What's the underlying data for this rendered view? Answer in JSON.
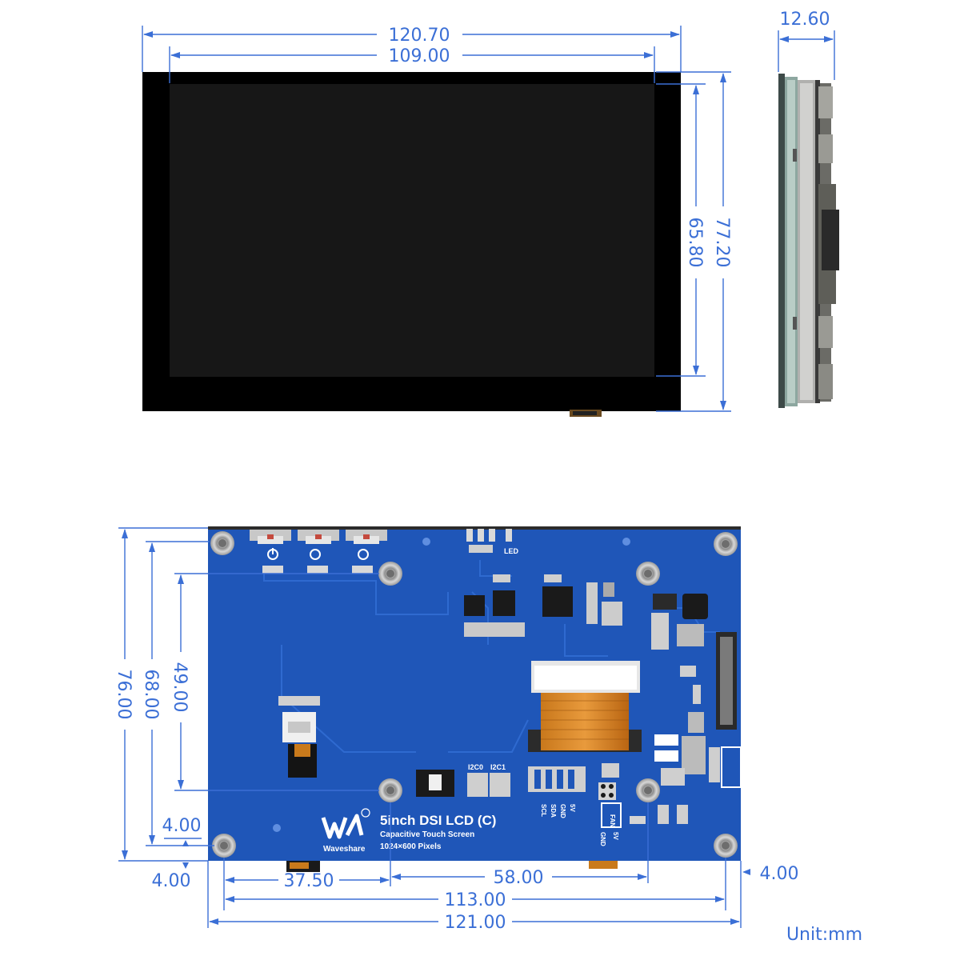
{
  "colors": {
    "dimension": "#3b6fd6",
    "pcb": "#1f56b8",
    "screen_bezel": "#000000",
    "screen_active": "#161616"
  },
  "front_view": {
    "width_total": "120.70",
    "width_active": "109.00",
    "height_total": "77.20",
    "height_active": "65.80"
  },
  "side_view": {
    "thickness": "12.60"
  },
  "back_view": {
    "height_total": "76.00",
    "height_holes_outer": "68.00",
    "height_holes_inner": "49.00",
    "offset_left": "4.00",
    "offset_bottom_left": "4.00",
    "offset_right": "4.00",
    "dist_a": "37.50",
    "dist_b": "58.00",
    "holes_span": "113.00",
    "width_total": "121.00",
    "silkscreen": {
      "product_name": "5inch DSI LCD (C)",
      "subtitle": "Capacitive Touch Screen",
      "resolution": "1024×600 Pixels",
      "brand": "Waveshare",
      "led_label": "LED",
      "i2c0": "I2C0",
      "i2c1": "I2C1",
      "pin_scl": "SCL",
      "pin_sda": "SDA",
      "pin_gnd": "GND",
      "pin_5v": "5V",
      "fan_label": "FAN",
      "fan_gnd": "GND",
      "fan_5v": "5V"
    }
  },
  "unit_label": "Unit:mm"
}
